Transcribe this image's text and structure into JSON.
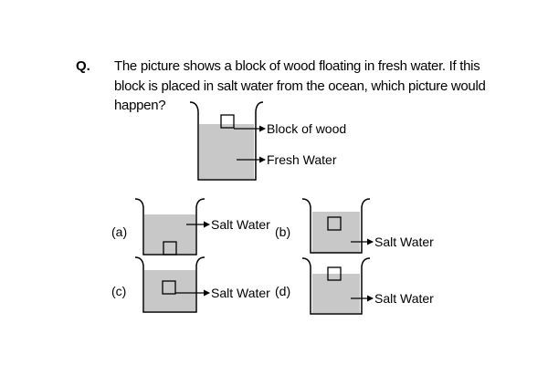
{
  "question": {
    "label": "Q.",
    "lines": [
      "The picture shows a block of wood floating in fresh water. If this",
      "block is placed in salt water from the ocean, which picture would",
      "happen?"
    ]
  },
  "main_beaker": {
    "block_label": "Block of wood",
    "water_label": "Fresh Water"
  },
  "options": [
    {
      "label": "(a)",
      "water_label": "Salt Water"
    },
    {
      "label": "(b)",
      "water_label": "Salt Water"
    },
    {
      "label": "(c)",
      "water_label": "Salt Water"
    },
    {
      "label": "(d)",
      "water_label": "Salt Water"
    }
  ],
  "colors": {
    "water": "#c8c8c8",
    "outline": "#000000"
  }
}
